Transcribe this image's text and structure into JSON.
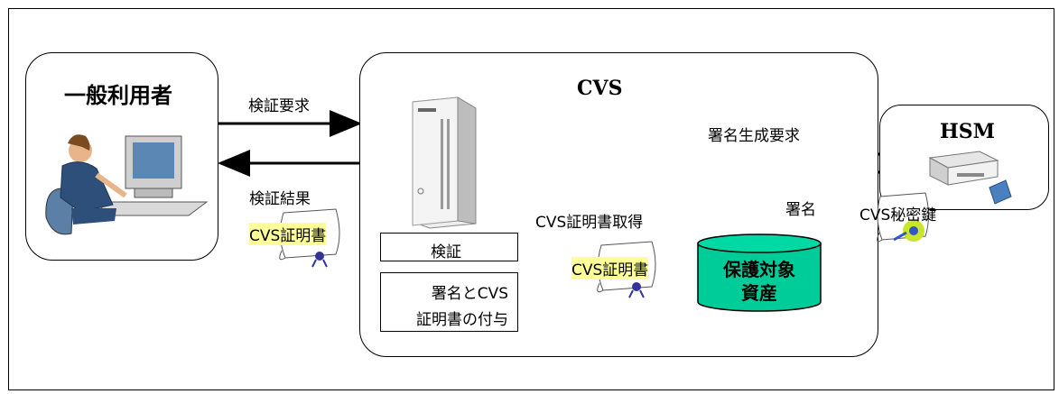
{
  "user_box": {
    "title": "一般利用者"
  },
  "cvs_box": {
    "title": "CVS"
  },
  "hsm_box": {
    "title": "HSM"
  },
  "arrows": {
    "verify_request": "検証要求",
    "verify_result": "検証結果",
    "sign_gen_request": "署名生成要求",
    "signature": "署名",
    "get_cvs_cert": "CVS証明書取得"
  },
  "certificates": {
    "cert_left": "CVS証明書",
    "cert_middle": "CVS証明書",
    "private_key": "CVS秘密鍵"
  },
  "functions": {
    "verify": "検証",
    "attach_line1": "署名とCVS",
    "attach_line2": "証明書の付与"
  },
  "asset": {
    "line1": "保護対象",
    "line2": "資産",
    "color": "#00cc99"
  }
}
